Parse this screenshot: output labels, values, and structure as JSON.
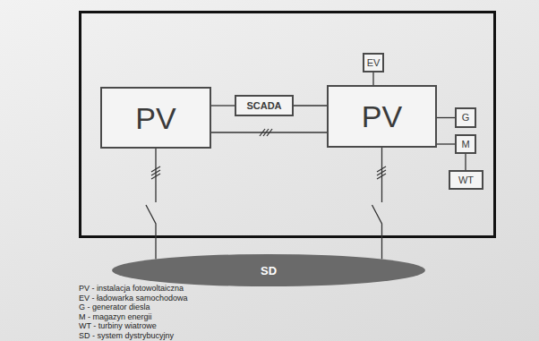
{
  "diagram": {
    "nodes": [
      {
        "text": [
          "PV"
        ]
      },
      {
        "text": [
          "SCADA"
        ]
      },
      {
        "text": [
          "PV"
        ]
      },
      {
        "text": [
          "EV"
        ]
      },
      {
        "text": [
          "G"
        ]
      },
      {
        "text": [
          "M"
        ]
      },
      {
        "text": [
          "WT"
        ]
      },
      {
        "text": [
          "SD"
        ]
      }
    ],
    "edges": [
      {
        "from": 0,
        "to": 1,
        "arrow": "none"
      },
      {
        "from": 1,
        "to": 2,
        "arrow": "none"
      },
      {
        "from": 0,
        "to": 2,
        "arrow": "none"
      },
      {
        "from": 3,
        "to": 2,
        "arrow": "none"
      },
      {
        "from": 2,
        "to": 4,
        "arrow": "none"
      },
      {
        "from": 2,
        "to": 5,
        "arrow": "none"
      },
      {
        "from": 5,
        "to": 6,
        "arrow": "none"
      },
      {
        "from": 0,
        "to": 7,
        "arrow": "none"
      },
      {
        "from": 2,
        "to": 7,
        "arrow": "none"
      }
    ],
    "legend": [
      {
        "text": "PV - instalacja fotowoltaiczna"
      },
      {
        "text": "EV - ładowarka samochodowa"
      },
      {
        "text": "G - generator diesla"
      },
      {
        "text": "M - magazyn energii"
      },
      {
        "text": "WT - turbiny wiatrowe"
      },
      {
        "text": "SD - system dystrybucyjny"
      }
    ]
  }
}
